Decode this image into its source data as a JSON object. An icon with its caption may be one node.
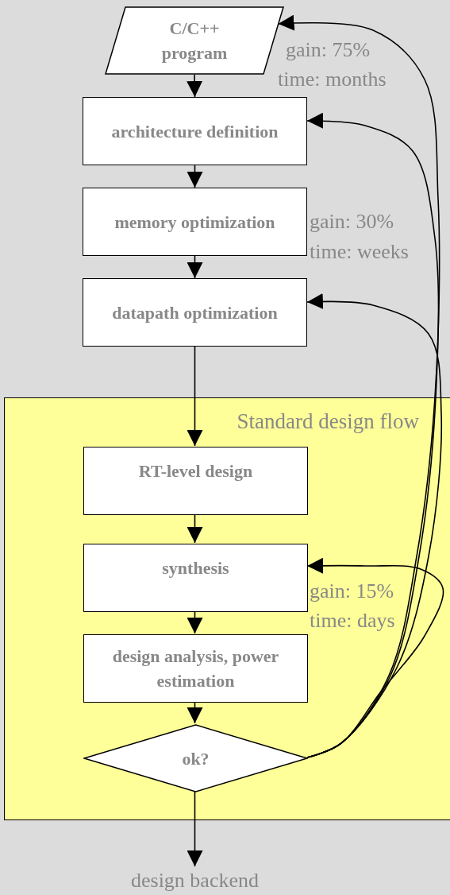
{
  "diagram": {
    "nodes": [
      {
        "text": [
          "C/C++ program"
        ]
      },
      {
        "text": [
          "architecture definition"
        ]
      },
      {
        "text": [
          "memory optimization"
        ]
      },
      {
        "text": [
          "datapath optimization"
        ]
      },
      {
        "text": [
          "Standard design flow"
        ]
      },
      {
        "text": [
          "RT-level design"
        ],
        "in": 4
      },
      {
        "text": [
          "synthesis"
        ],
        "in": 4
      },
      {
        "text": [
          "design analysis, power estimation"
        ],
        "in": 4
      },
      {
        "text": [
          "ok?"
        ],
        "in": 4
      },
      {
        "text": [
          "design backend"
        ]
      }
    ],
    "edges": [
      {
        "from": 0,
        "to": 1,
        "arrow": "to"
      },
      {
        "from": 1,
        "to": 2,
        "arrow": "to"
      },
      {
        "from": 2,
        "to": 3,
        "arrow": "to"
      },
      {
        "from": 3,
        "to": 5,
        "arrow": "to"
      },
      {
        "from": 5,
        "to": 6,
        "arrow": "to"
      },
      {
        "from": 6,
        "to": 7,
        "arrow": "to"
      },
      {
        "from": 7,
        "to": 8,
        "arrow": "to"
      },
      {
        "from": 8,
        "to": 9,
        "arrow": "to"
      },
      {
        "from": 8,
        "to": 0,
        "arrow": "to"
      },
      {
        "from": 8,
        "to": 1,
        "arrow": "to"
      },
      {
        "from": 8,
        "to": 3,
        "arrow": "to"
      },
      {
        "from": 8,
        "to": 6,
        "arrow": "to"
      }
    ],
    "labels": [
      "gain: 75%",
      "time: months",
      "gain: 30%",
      "time: weeks",
      "gain: 15%",
      "time: days"
    ]
  }
}
